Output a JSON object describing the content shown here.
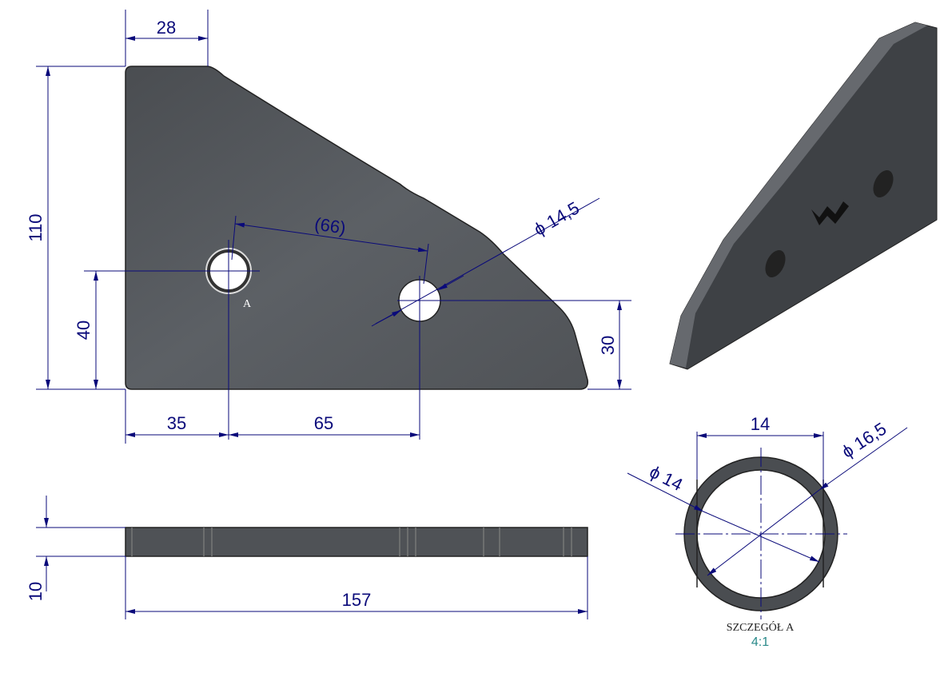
{
  "front_view": {
    "dims": {
      "top_width": "28",
      "height": "110",
      "hole_height": "40",
      "hole_offset_x": "35",
      "hole_spacing_x": "65",
      "hole_distance_ref": "(66)",
      "hole_diameter": "ϕ 14,5",
      "hole2_height": "30"
    },
    "detail_marker": "A"
  },
  "side_view": {
    "dims": {
      "thickness": "10",
      "length": "157"
    }
  },
  "detail_view": {
    "dims": {
      "width": "14",
      "inner_diameter": "ϕ 14",
      "outer_diameter": "ϕ 16,5"
    },
    "title": "SZCZEGÓŁ A",
    "scale": "4:1"
  },
  "colors": {
    "dimension": "#0a0a7a",
    "part": "#55585c"
  }
}
